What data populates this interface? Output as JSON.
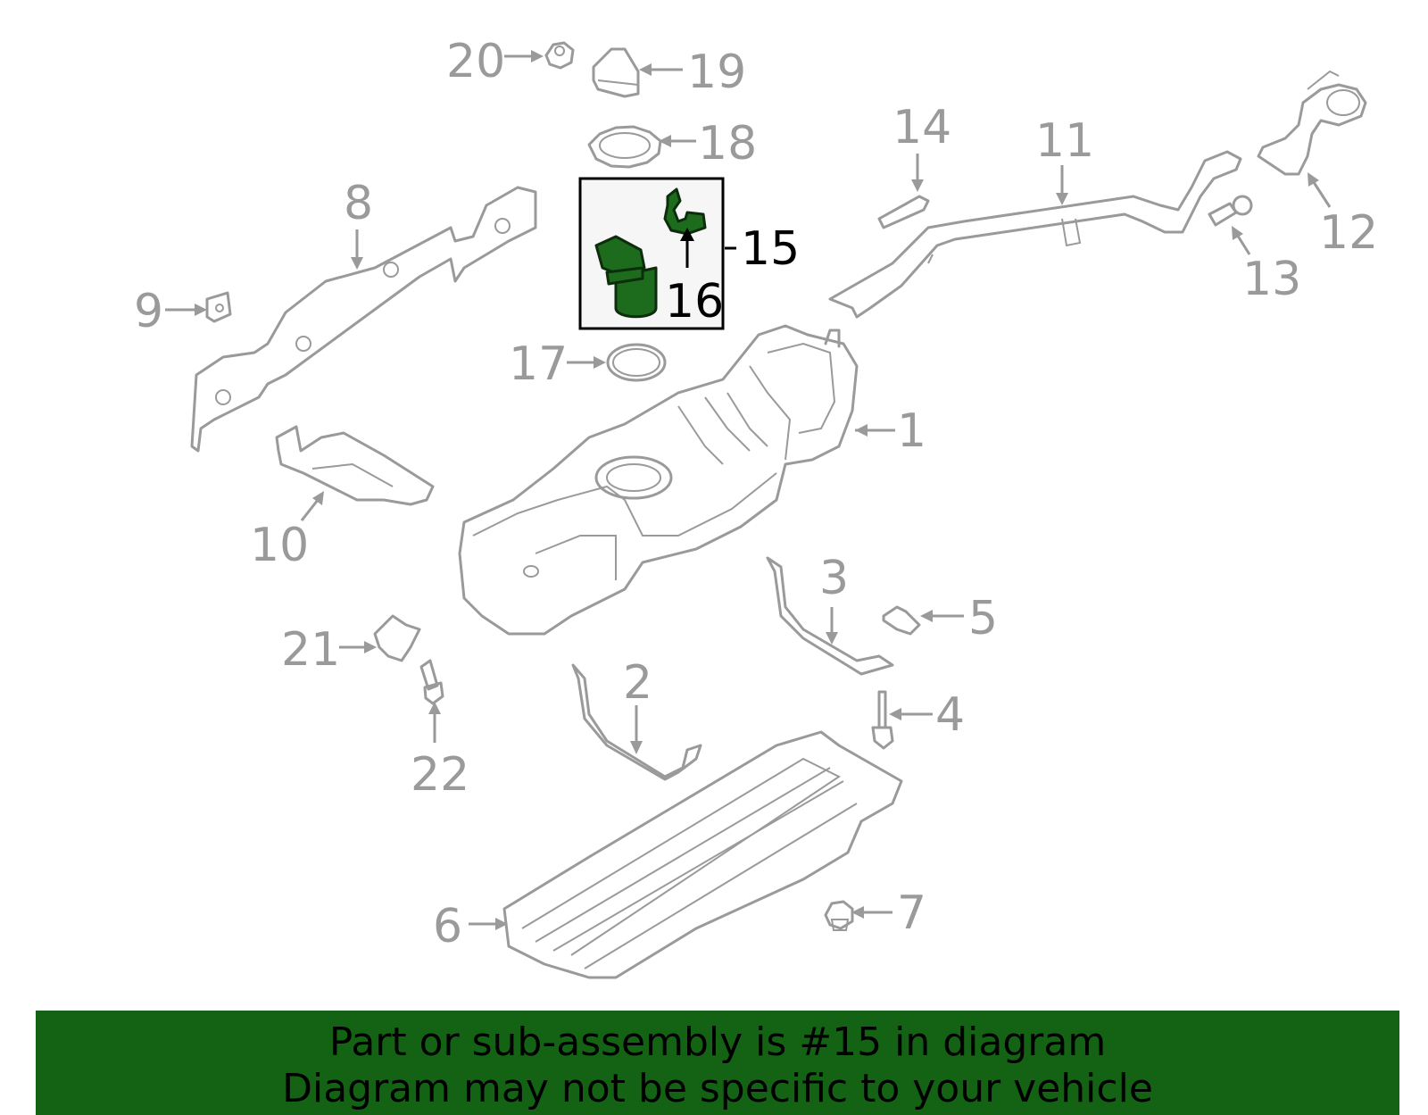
{
  "diagram": {
    "labels": [
      {
        "id": "p1",
        "text": "1"
      },
      {
        "id": "p2",
        "text": "2"
      },
      {
        "id": "p3",
        "text": "3"
      },
      {
        "id": "p4",
        "text": "4"
      },
      {
        "id": "p5",
        "text": "5"
      },
      {
        "id": "p6",
        "text": "6"
      },
      {
        "id": "p7",
        "text": "7"
      },
      {
        "id": "p8",
        "text": "8"
      },
      {
        "id": "p9",
        "text": "9"
      },
      {
        "id": "p10",
        "text": "10"
      },
      {
        "id": "p11",
        "text": "11"
      },
      {
        "id": "p12",
        "text": "12"
      },
      {
        "id": "p13",
        "text": "13"
      },
      {
        "id": "p14",
        "text": "14"
      },
      {
        "id": "p15",
        "text": "15"
      },
      {
        "id": "p16",
        "text": "16"
      },
      {
        "id": "p17",
        "text": "17"
      },
      {
        "id": "p18",
        "text": "18"
      },
      {
        "id": "p19",
        "text": "19"
      },
      {
        "id": "p20",
        "text": "20"
      },
      {
        "id": "p21",
        "text": "21"
      },
      {
        "id": "p22",
        "text": "22"
      }
    ],
    "highlight_color": "#1d6b1d"
  },
  "banner": {
    "line1": "Part or sub-assembly is #15 in diagram",
    "line2": "Diagram may not be specific to your vehicle",
    "color": "#146314"
  }
}
